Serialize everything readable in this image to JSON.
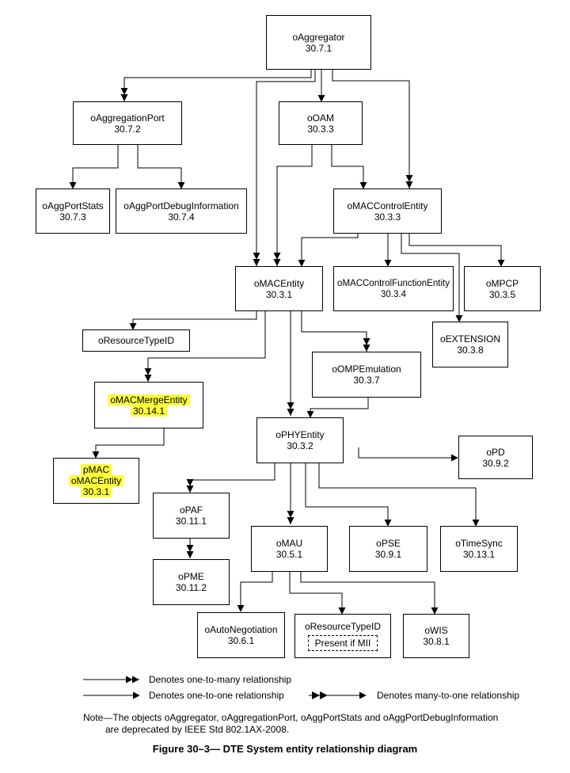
{
  "nodes": {
    "aggregator": {
      "name": "oAggregator",
      "ref": "30.7.1"
    },
    "aggregation_port": {
      "name": "oAggregationPort",
      "ref": "30.7.2"
    },
    "oam": {
      "name": "oOAM",
      "ref": "30.3.3"
    },
    "agg_port_stats": {
      "name": "oAggPortStats",
      "ref": "30.7.3"
    },
    "agg_port_debug": {
      "name": "oAggPortDebugInformation",
      "ref": "30.7.4"
    },
    "mac_control_entity": {
      "name": "oMACControlEntity",
      "ref": "30.3.3"
    },
    "mac_entity": {
      "name": "oMACEntity",
      "ref": "30.3.1"
    },
    "mac_control_function": {
      "name": "oMACControlFunctionEntity",
      "ref": "30.3.4"
    },
    "mpcp": {
      "name": "oMPCP",
      "ref": "30.3.5"
    },
    "extension": {
      "name": "oEXTENSION",
      "ref": "30.3.8"
    },
    "resource_type_id_top": {
      "name": "oResourceTypeID"
    },
    "omp_emulation": {
      "name": "oOMPEmulation",
      "ref": "30.3.7"
    },
    "mac_merge_entity": {
      "name": "oMACMergeEntity",
      "ref": "30.14.1"
    },
    "pmac": {
      "line1": "pMAC",
      "line2": "oMACEntity",
      "ref": "30.3.1"
    },
    "phy_entity": {
      "name": "oPHYEntity",
      "ref": "30.3.2"
    },
    "pd": {
      "name": "oPD",
      "ref": "30.9.2"
    },
    "paf": {
      "name": "oPAF",
      "ref": "30.11.1"
    },
    "mau": {
      "name": "oMAU",
      "ref": "30.5.1"
    },
    "pse": {
      "name": "oPSE",
      "ref": "30.9.1"
    },
    "time_sync": {
      "name": "oTimeSync",
      "ref": "30.13.1"
    },
    "pme": {
      "name": "oPME",
      "ref": "30.11.2"
    },
    "auto_negotiation": {
      "name": "oAutoNegotiation",
      "ref": "30.6.1"
    },
    "resource_type_id_bottom": {
      "name": "oResourceTypeID",
      "note": "Present if MII"
    },
    "wis": {
      "name": "oWIS",
      "ref": "30.8.1"
    }
  },
  "legend": {
    "one_to_many": "Denotes one-to-many relationship",
    "one_to_one": "Denotes one-to-one relationship",
    "many_to_one": "Denotes many-to-one relationship"
  },
  "note": {
    "line1": "Note—The objects oAggregator, oAggregationPort, oAggPortStats and oAggPortDebugInformation",
    "line2": "are deprecated by IEEE Std 802.1AX-2008."
  },
  "caption": "Figure 30–3— DTE System entity relationship diagram"
}
